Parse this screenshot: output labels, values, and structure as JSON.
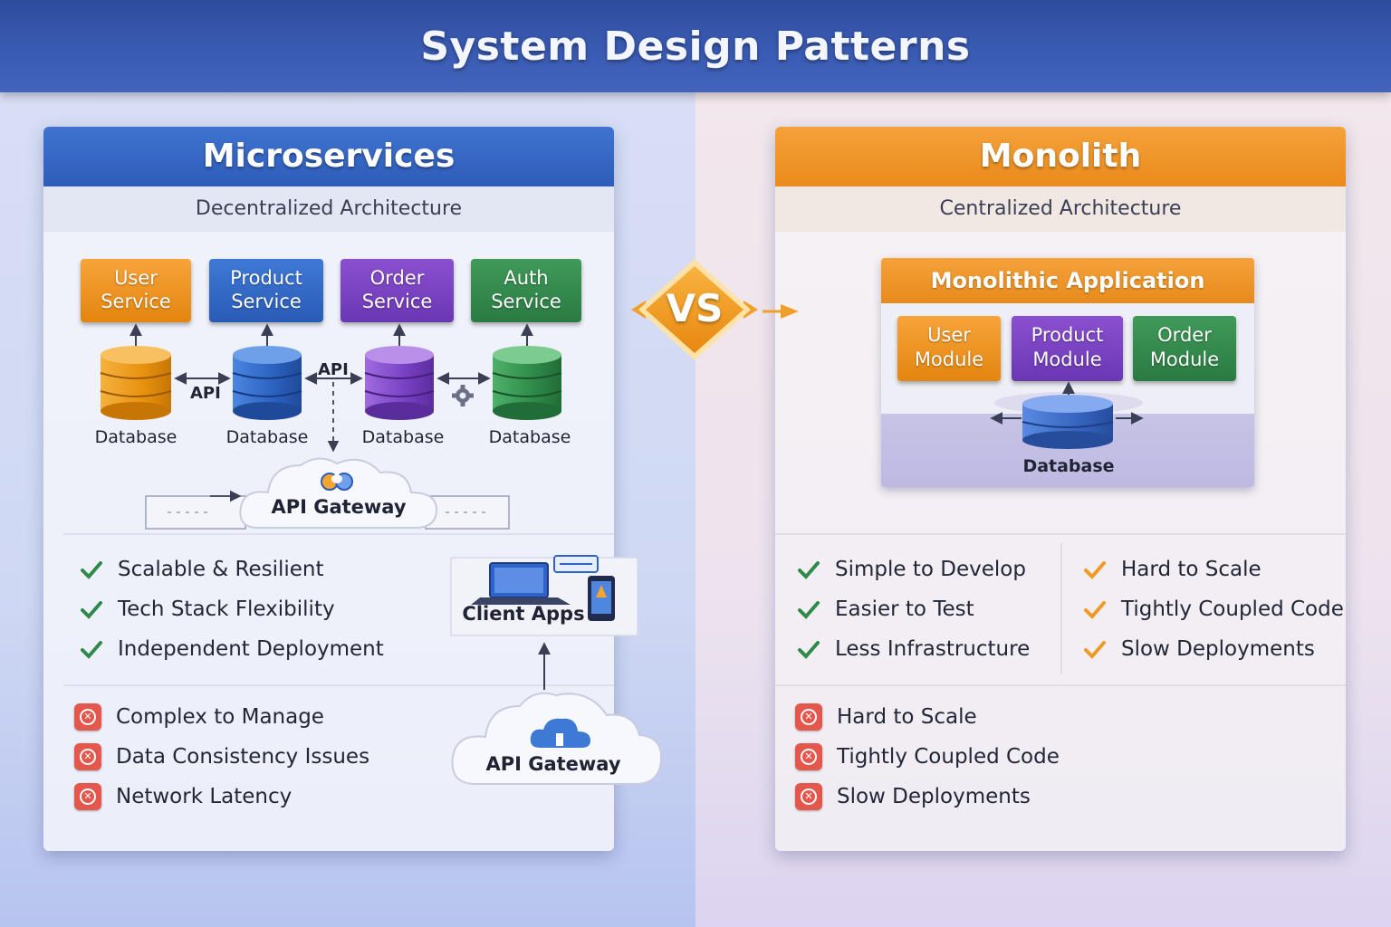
{
  "title": "System Design Patterns",
  "vs_label": "VS",
  "microservices": {
    "heading": "Microservices",
    "subtitle": "Decentralized Architecture",
    "services": [
      {
        "line1": "User",
        "line2": "Service",
        "color": "#f09a26"
      },
      {
        "line1": "Product",
        "line2": "Service",
        "color": "#3468c4"
      },
      {
        "line1": "Order",
        "line2": "Service",
        "color": "#7a43c2"
      },
      {
        "line1": "Auth",
        "line2": "Service",
        "color": "#338a4d"
      }
    ],
    "database_label": "Database",
    "api_label": "API",
    "gateway_label": "API Gateway",
    "client_apps_label": "Client Apps",
    "pros": [
      "Scalable & Resilient",
      "Tech Stack Flexibility",
      "Independent Deployment"
    ],
    "cons": [
      "Complex to Manage",
      "Data Consistency Issues",
      "Network Latency"
    ]
  },
  "monolith": {
    "heading": "Monolith",
    "subtitle": "Centralized Architecture",
    "app_title": "Monolithic Application",
    "modules": [
      {
        "line1": "User",
        "line2": "Module"
      },
      {
        "line1": "Product",
        "line2": "Module"
      },
      {
        "line1": "Order",
        "line2": "Module"
      }
    ],
    "database_label": "Database",
    "pros": [
      "Simple to Develop",
      "Easier to Test",
      "Less Infrastructure"
    ],
    "warnings": [
      "Hard to Scale",
      "Tightly Coupled Code",
      "Slow Deployments"
    ],
    "cons": [
      "Hard to Scale",
      "Tightly Coupled Code",
      "Slow Deployments"
    ]
  },
  "colors": {
    "title_bg": "#3553a8",
    "micro_accent": "#3468c4",
    "mono_accent": "#f09a26",
    "check_green": "#2f8a4a",
    "check_orange": "#f09a26",
    "con_red": "#e4574c"
  }
}
